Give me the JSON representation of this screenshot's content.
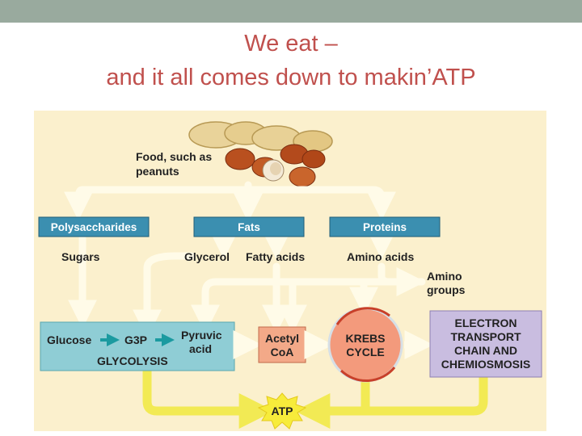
{
  "slide": {
    "title_line1": "We eat –",
    "title_line2": "and it all comes down to makin’ATP"
  },
  "diagram": {
    "food_label_line1": "Food, such as",
    "food_label_line2": "peanuts",
    "categories": {
      "polysaccharides": "Polysaccharides",
      "fats": "Fats",
      "proteins": "Proteins"
    },
    "products": {
      "sugars": "Sugars",
      "glycerol": "Glycerol",
      "fatty_acids": "Fatty acids",
      "amino_acids": "Amino acids",
      "amino_groups_line1": "Amino",
      "amino_groups_line2": "groups"
    },
    "glycolysis": {
      "glucose": "Glucose",
      "g3p": "G3P",
      "pyruvic_line1": "Pyruvic",
      "pyruvic_line2": "acid",
      "label": "GLYCOLYSIS"
    },
    "acetyl_coa_line1": "Acetyl",
    "acetyl_coa_line2": "CoA",
    "krebs_line1": "KREBS",
    "krebs_line2": "CYCLE",
    "etc_line1": "ELECTRON",
    "etc_line2": "TRANSPORT",
    "etc_line3": "CHAIN AND",
    "etc_line4": "CHEMIOSMOSIS",
    "atp": "ATP"
  },
  "colors": {
    "title": "#c0504d",
    "top_bar": "#99aa9e",
    "figure_bg": "#fbf0cd",
    "category_box": "#3b8fb0",
    "glycolysis_box": "#8fcdd5",
    "acetyl_box": "#f3a988",
    "krebs_circle": "#f39a7c",
    "etc_box": "#c9bde0",
    "arrow_white": "#fffbe8",
    "arrow_yellow": "#f2ea54"
  }
}
